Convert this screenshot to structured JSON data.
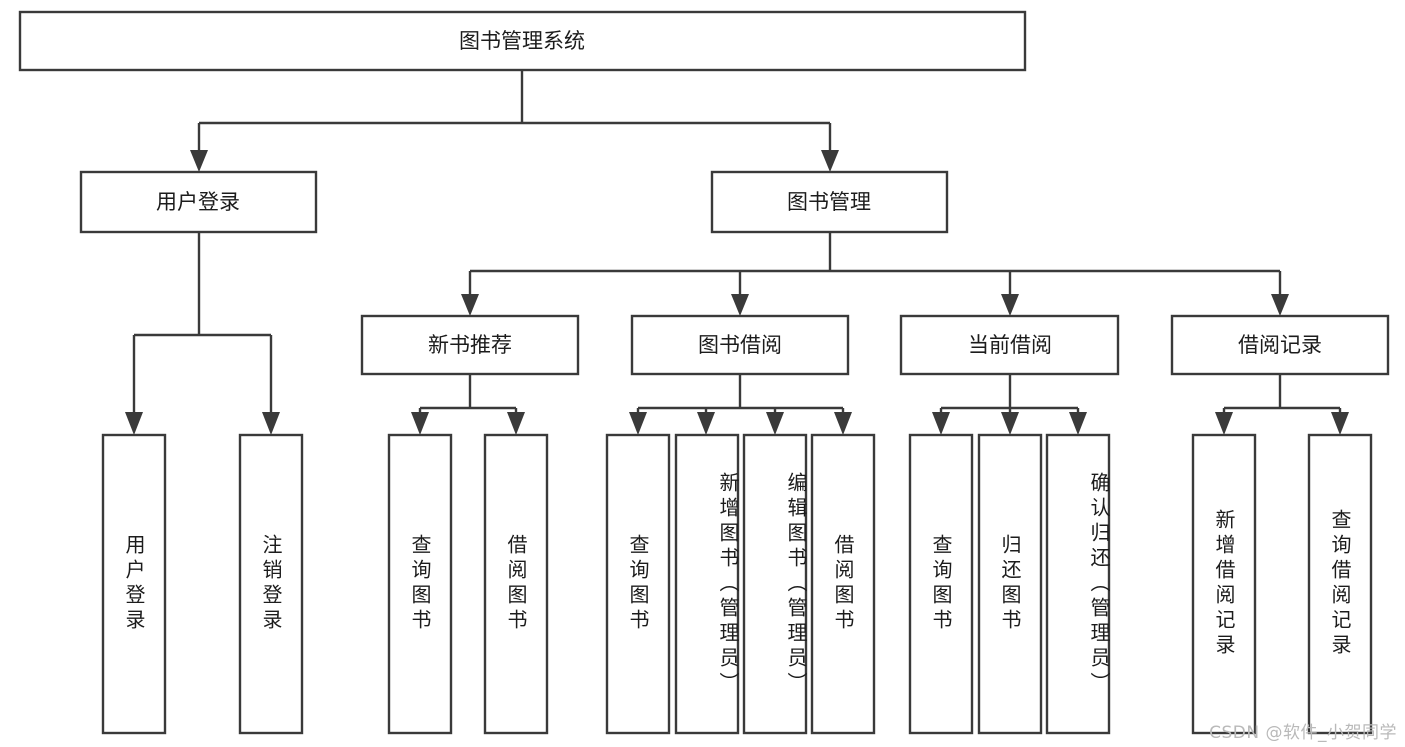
{
  "diagram": {
    "title": "图书管理系统",
    "type": "tree",
    "watermark": "CSDN @软件_小贺同学",
    "colors": {
      "stroke": "#3a3a3a",
      "fill": "#ffffff",
      "text": "#1c1c1c",
      "watermark": "#b9b9b9",
      "background": "#ffffff"
    },
    "root": {
      "label": "图书管理系统"
    },
    "level2": [
      {
        "label": "用户登录"
      },
      {
        "label": "图书管理"
      }
    ],
    "level3": [
      {
        "label": "新书推荐"
      },
      {
        "label": "图书借阅"
      },
      {
        "label": "当前借阅"
      },
      {
        "label": "借阅记录"
      }
    ],
    "leaves": {
      "user_login": [
        {
          "label": "用户登录"
        },
        {
          "label": "注销登录"
        }
      ],
      "new_book": [
        {
          "label": "查询图书"
        },
        {
          "label": "借阅图书"
        }
      ],
      "book_borrow": [
        {
          "label": "查询图书"
        },
        {
          "label": "新增图书（管理员）"
        },
        {
          "label": "编辑图书（管理员）"
        },
        {
          "label": "借阅图书"
        }
      ],
      "current_borrow": [
        {
          "label": "查询图书"
        },
        {
          "label": "归还图书"
        },
        {
          "label": "确认归还（管理员）"
        }
      ],
      "borrow_record": [
        {
          "label": "新增借阅记录"
        },
        {
          "label": "查询借阅记录"
        }
      ]
    }
  }
}
